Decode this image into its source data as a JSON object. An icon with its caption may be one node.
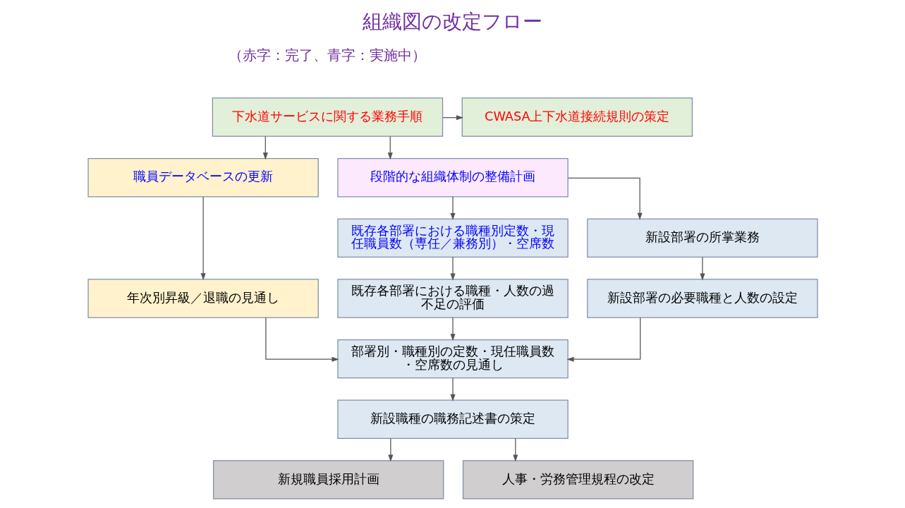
{
  "diagram": {
    "title": "組織図の改定フロー",
    "nodes": [
      {
        "text": [
          "下水道サービスに関する業務手順"
        ]
      },
      {
        "text": [
          "CWASA上下水道接続規則の策定"
        ]
      },
      {
        "text": [
          "職員データベースの更新"
        ]
      },
      {
        "text": [
          "段階的な組織体制の整備計画"
        ]
      },
      {
        "text": [
          "既存各部署における職種別定数・現任職員数（専任／兼務別）・空席数"
        ]
      },
      {
        "text": [
          "新設部署の所掌業務"
        ]
      },
      {
        "text": [
          "年次別昇級／退職の見通し"
        ]
      },
      {
        "text": [
          "既存各部署における職種・人数の過不足の評価"
        ]
      },
      {
        "text": [
          "新設部署の必要職種と人数の設定"
        ]
      },
      {
        "text": [
          "部署別・職種別の定数・現任職員数・空席数の見通し"
        ]
      },
      {
        "text": [
          "新設職種の職務記述書の策定"
        ]
      },
      {
        "text": [
          "新規職員採用計画"
        ]
      },
      {
        "text": [
          "人事・労務管理規程の改定"
        ]
      }
    ],
    "edges": [
      {
        "from": 0,
        "to": 1,
        "arrow": "to"
      },
      {
        "from": 0,
        "to": 2,
        "arrow": "to"
      },
      {
        "from": 0,
        "to": 3,
        "arrow": "to"
      },
      {
        "from": 3,
        "to": 4,
        "arrow": "to"
      },
      {
        "from": 3,
        "to": 5,
        "arrow": "to"
      },
      {
        "from": 2,
        "to": 6,
        "arrow": "to"
      },
      {
        "from": 4,
        "to": 7,
        "arrow": "to"
      },
      {
        "from": 5,
        "to": 8,
        "arrow": "to"
      },
      {
        "from": 6,
        "to": 9,
        "arrow": "to"
      },
      {
        "from": 7,
        "to": 9,
        "arrow": "to"
      },
      {
        "from": 8,
        "to": 9,
        "arrow": "to"
      },
      {
        "from": 9,
        "to": 10,
        "arrow": "to"
      },
      {
        "from": 10,
        "to": 11,
        "arrow": "to"
      },
      {
        "from": 10,
        "to": 12,
        "arrow": "to"
      }
    ],
    "labels": [
      "（赤字：完了、青字：実施中）"
    ]
  }
}
